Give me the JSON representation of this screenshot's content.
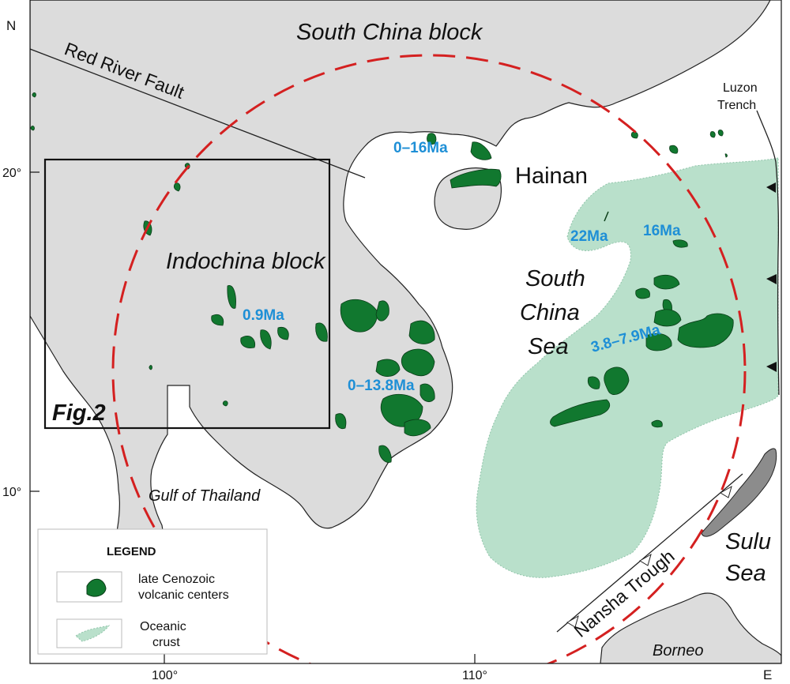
{
  "compass": {
    "north": "N",
    "east": "E"
  },
  "lat_labels": {
    "lat20": "20°",
    "lat10": "10°"
  },
  "lon_labels": {
    "lon100": "100°",
    "lon110": "110°"
  },
  "regions": {
    "south_china_block": "South China block",
    "indochina_block": "Indochina block",
    "south_china_sea_1": "South",
    "south_china_sea_2": "China",
    "south_china_sea_3": "Sea",
    "hainan": "Hainan",
    "sulu_sea_1": "Sulu",
    "sulu_sea_2": "Sea",
    "borneo": "Borneo",
    "gulf_of_thailand": "Gulf of Thailand"
  },
  "features": {
    "red_river_fault": "Red River Fault",
    "luzon_trench_1": "Luzon",
    "luzon_trench_2": "Trench",
    "nansha_trough": "Nansha Trough"
  },
  "inset": {
    "label": "Fig.2"
  },
  "ages": {
    "hainan_age": "0–16Ma",
    "age_22": "22Ma",
    "age_16": "16Ma",
    "age_09": "0.9Ma",
    "age_0138": "0–13.8Ma",
    "age_3879": "3.8–7.9Ma"
  },
  "legend": {
    "title": "LEGEND",
    "volcanic_1": "late Cenozoic",
    "volcanic_2": "volcanic centers",
    "oceanic_1": "Oceanic",
    "oceanic_2": "crust"
  },
  "colors": {
    "land": "#dcdcdc",
    "oceanic_crust": "#b9e0cb",
    "volcanic": "#11782f",
    "dashed_circle": "#d42020",
    "age_text": "#1e8fd6",
    "island_dark": "#8c8c8c"
  }
}
